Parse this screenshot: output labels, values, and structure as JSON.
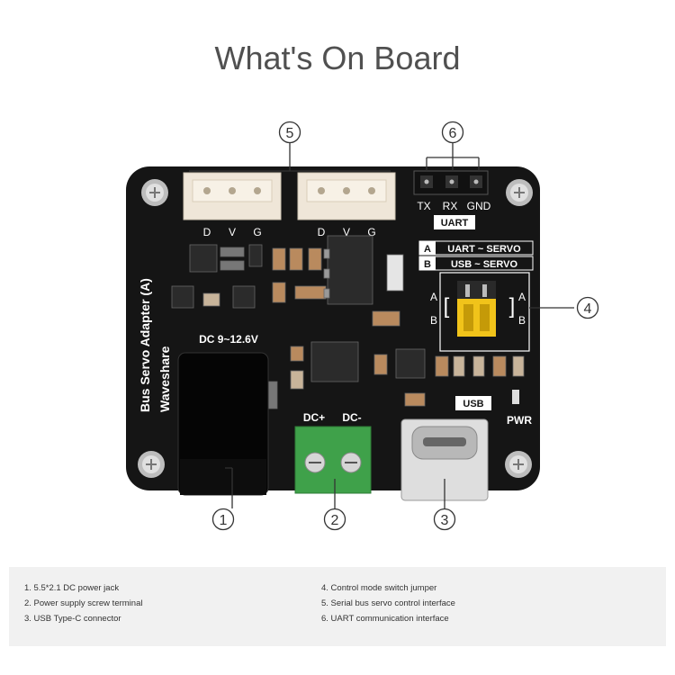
{
  "title": "What's On Board",
  "board": {
    "name": "Bus Servo Adapter (A)",
    "brand": "Waveshare",
    "servo_pins": [
      "D",
      "V",
      "G"
    ],
    "uart_pins": [
      "TX",
      "RX",
      "GND"
    ],
    "uart_label": "UART",
    "mode_a": "A",
    "mode_a_text": "UART ~ SERVO",
    "mode_b": "B",
    "mode_b_text": "USB ~ SERVO",
    "dc_label": "DC 9~12.6V",
    "dc_plus": "DC+",
    "dc_minus": "DC-",
    "usb_label": "USB",
    "pwr_label": "PWR"
  },
  "callouts": [
    "1",
    "2",
    "3",
    "4",
    "5",
    "6"
  ],
  "legend": [
    "1. 5.5*2.1 DC power jack",
    "2. Power supply screw terminal",
    "3. USB Type-C connector",
    "4. Control mode switch jumper",
    "5. Serial bus servo control interface",
    "6. UART communication interface"
  ],
  "colors": {
    "pcb": "#151515",
    "silk": "#ffffff",
    "terminal": "#3fa14a",
    "jumper": "#f1c31a",
    "connector": "#efe6d8"
  }
}
